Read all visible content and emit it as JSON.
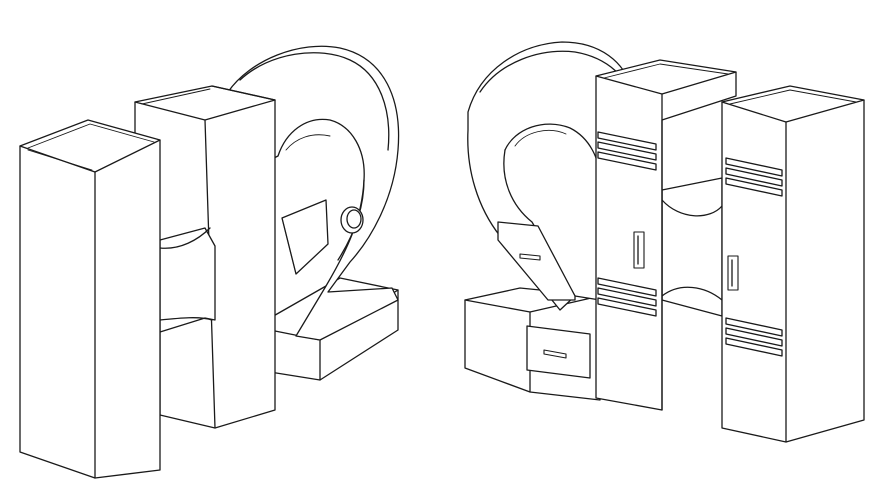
{
  "figure": {
    "background": "#ffffff",
    "line_color": "#1a1a1a",
    "views": [
      {
        "id": "left",
        "glyphs": [
          "H",
          "2"
        ],
        "icons": [
          "letter-h-block",
          "numeral-2-block",
          "round-knob"
        ]
      },
      {
        "id": "right",
        "glyphs": [
          "2",
          "H"
        ],
        "icons": [
          "numeral-2-block",
          "letter-h-locker",
          "vent-louvers",
          "door-handle",
          "drawer"
        ]
      }
    ]
  }
}
